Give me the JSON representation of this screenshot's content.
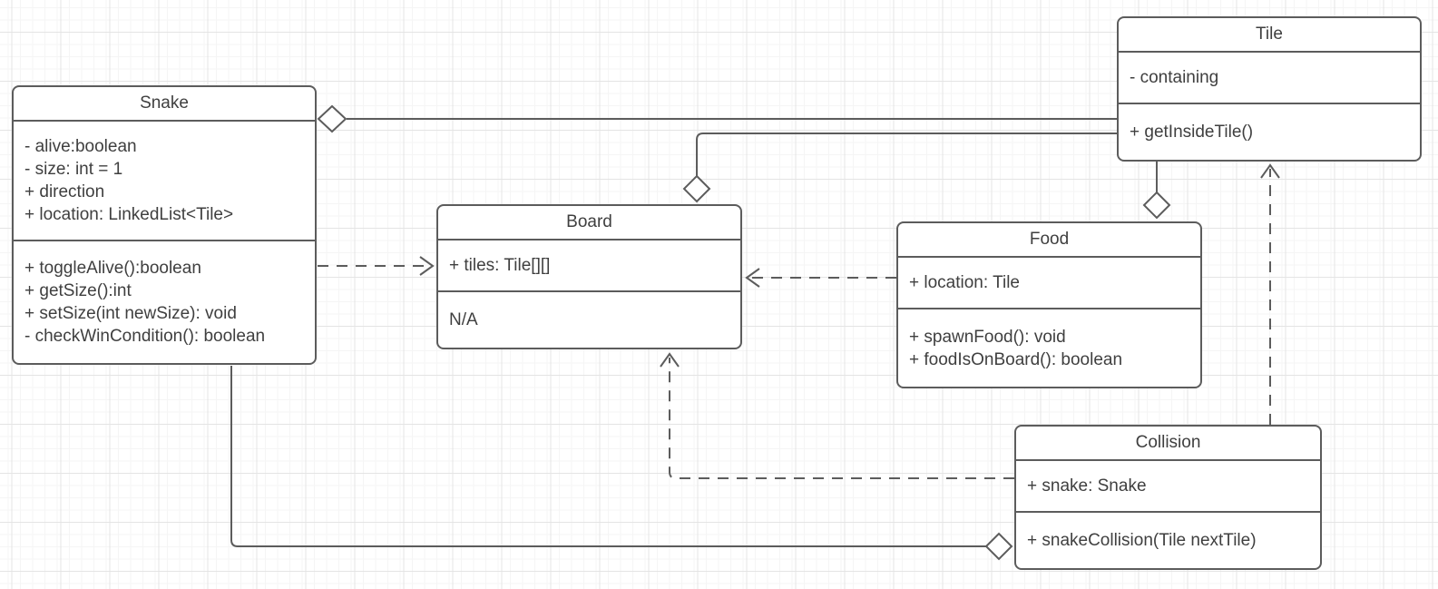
{
  "colors": {
    "stroke": "#5c5c5c",
    "text": "#3f3f3f",
    "box_fill": "#ffffff",
    "grid_minor": "#f5f5f5",
    "grid_major": "#e4e4e4"
  },
  "classes": {
    "snake": {
      "name": "Snake",
      "fields": [
        "- alive:boolean",
        "- size: int = 1",
        "+ direction",
        "+ location: LinkedList<Tile>"
      ],
      "methods": [
        "+ toggleAlive():boolean",
        "+ getSize():int",
        "+ setSize(int newSize): void",
        "- checkWinCondition(): boolean"
      ]
    },
    "tile": {
      "name": "Tile",
      "fields": [
        "- containing"
      ],
      "methods": [
        "+ getInsideTile()"
      ]
    },
    "board": {
      "name": "Board",
      "fields": [
        "+ tiles: Tile[][]"
      ],
      "methods": [
        "N/A"
      ]
    },
    "food": {
      "name": "Food",
      "fields": [
        "+ location: Tile"
      ],
      "methods": [
        "+ spawnFood(): void",
        "+ foodIsOnBoard(): boolean"
      ]
    },
    "collision": {
      "name": "Collision",
      "fields": [
        "+ snake: Snake"
      ],
      "methods": [
        "+ snakeCollision(Tile nextTile)"
      ]
    }
  },
  "relationships": [
    {
      "from": "Snake",
      "to": "Tile",
      "type": "aggregation",
      "diamond_at": "Snake",
      "line": "solid"
    },
    {
      "from": "Board",
      "to": "Tile",
      "type": "aggregation",
      "diamond_at": "Board",
      "line": "solid"
    },
    {
      "from": "Food",
      "to": "Tile",
      "type": "aggregation",
      "diamond_at": "Food",
      "line": "solid"
    },
    {
      "from": "Collision",
      "to": "Snake",
      "type": "aggregation",
      "diamond_at": "Collision",
      "line": "solid"
    },
    {
      "from": "Snake",
      "to": "Board",
      "type": "dependency",
      "arrow_at": "Board",
      "line": "dashed"
    },
    {
      "from": "Food",
      "to": "Board",
      "type": "dependency",
      "arrow_at": "Board",
      "line": "dashed"
    },
    {
      "from": "Collision",
      "to": "Board",
      "type": "dependency",
      "arrow_at": "Board",
      "line": "dashed"
    },
    {
      "from": "Collision",
      "to": "Tile",
      "type": "dependency",
      "arrow_at": "Tile",
      "line": "dashed"
    }
  ]
}
